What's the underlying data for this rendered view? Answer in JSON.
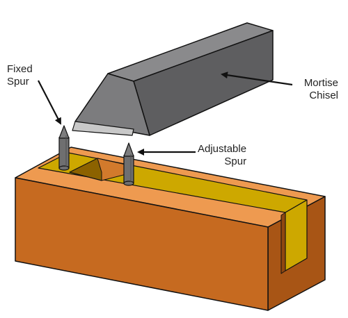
{
  "labels": {
    "fixed_spur": [
      "Fixed",
      "Spur"
    ],
    "adjustable_spur": [
      "Adjustable",
      "Spur"
    ],
    "mortise_chisel": [
      "Mortise",
      "Chisel"
    ]
  },
  "colors": {
    "wood_front": "#C66A20",
    "wood_top": "#EE9A50",
    "wood_side": "#A85515",
    "slot_floor": "#CDA800",
    "chisel_front": "#5E5E60",
    "chisel_top": "#8A8A8C",
    "chisel_bevel": "#7C7C7E",
    "chisel_edge": "#C8C8C8",
    "spur": "#6F6F70",
    "outline": "#111111"
  },
  "icons": {
    "fixed_spur": "spur-pin-icon",
    "adjustable_spur": "spur-pin-icon",
    "chisel": "mortise-chisel-icon"
  }
}
